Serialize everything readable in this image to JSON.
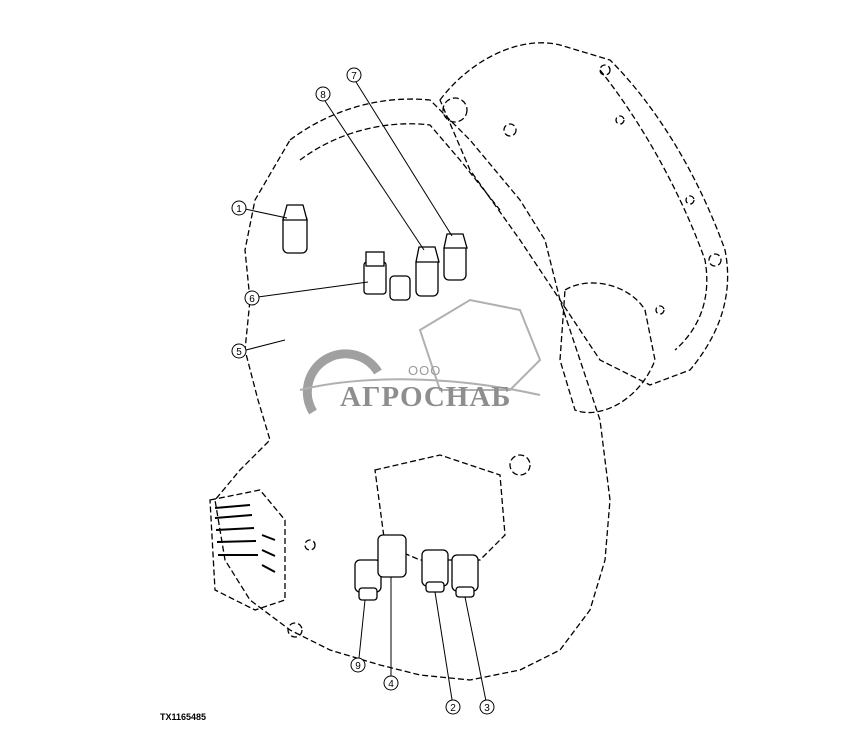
{
  "figure_id": "TX1165485",
  "watermark": {
    "company_type": "ООО",
    "company_name": "АГРОСНАБ"
  },
  "callouts": [
    "1",
    "2",
    "3",
    "4",
    "5",
    "6",
    "7",
    "8",
    "9"
  ],
  "colors": {
    "line": "#000000",
    "watermark": "#9a9a9a",
    "background": "#ffffff"
  }
}
